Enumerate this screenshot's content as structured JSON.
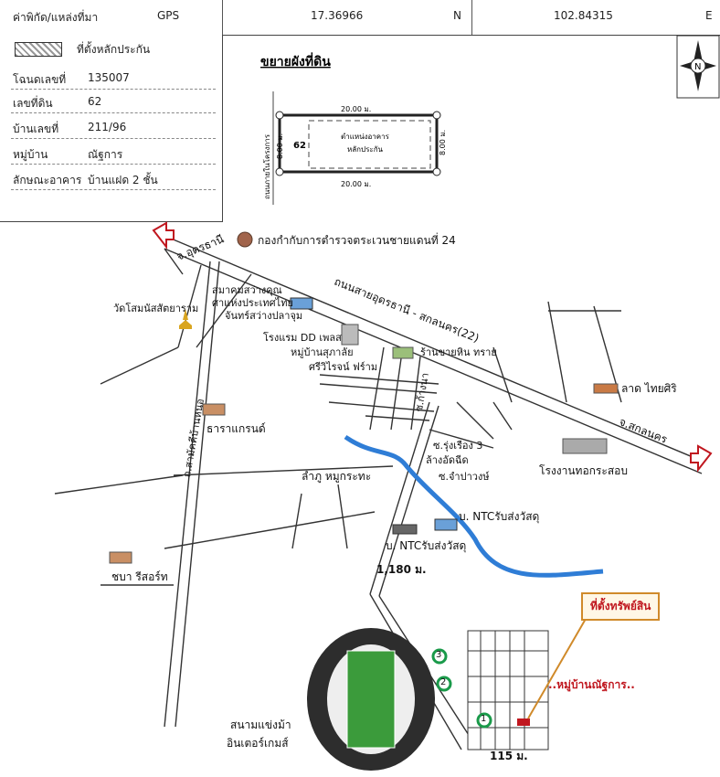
{
  "header": {
    "coord_label": "ค่าพิกัด/แหล่งที่มา",
    "source": "GPS",
    "lat": "17.36966",
    "lat_dir": "N",
    "lon": "102.84315",
    "lon_dir": "E"
  },
  "info": {
    "legend_label": "ที่ตั้งหลักประกัน",
    "rows": [
      {
        "label": "โฉนดเลขที่",
        "value": "135007"
      },
      {
        "label": "เลขที่ดิน",
        "value": "62"
      },
      {
        "label": "บ้านเลขที่",
        "value": "211/96"
      },
      {
        "label": "หมู่บ้าน",
        "value": "ณัฐการ"
      },
      {
        "label": "ลักษณะอาคาร",
        "value": "บ้านแฝด 2 ชั้น"
      }
    ]
  },
  "plot": {
    "title": "ขยายผังที่ดิน",
    "top_dim": "20.00 ม.",
    "bottom_dim": "20.00 ม.",
    "left_dim": "8.00 ม.",
    "right_dim": "8.00 ม.",
    "road": "ถนนภายในโครงการ",
    "lot": "62",
    "building_line1": "ตำแหน่งอาคาร",
    "building_line2": "หลักประกัน"
  },
  "compass": {
    "letter": "N"
  },
  "map": {
    "police": "กองกำกับการตำรวจตระเวนชายแดนที่ 24",
    "road_udon": "จ.อุดรธานี",
    "highway": "ถนนสายอุดรธานี - สกลนคร(22)",
    "road_sakon": "จ.สกลนคร",
    "temple": "วัดโสมนัสสัตยาราม",
    "assoc_line1": "สมาคมสว่างคุณ",
    "assoc_line2": "ศาแห่งประเทศไทย",
    "assoc_line3": "จันทร์สว่างปลาจุม",
    "hotel": "โรงแรม DD เพลส",
    "village1": "หมู่บ้านสุภาลัย",
    "village2": "ศรีวิไรจน์ ฟร์าม",
    "shop": "ร้านขายหิน ทราย",
    "market": "ลาด ไทยศิริ",
    "soi_kantang": "ซ.ก้างนา",
    "soi_rungruang": "ซ.รุ่งเรือง 3",
    "carwash": "ล้างอัดฉีด",
    "soi_champa": "ซ.จำปาวงษ์",
    "factory": "โรงงานทอกระสอบ",
    "tharagrand": "ธาราแกรนด์",
    "lamphu": "ลำภู หมูกระทะ",
    "ntc1": "บ. NTCรับส่งวัสดุ",
    "ntc2": "บ. NTCรับส่งวัสดุ",
    "chaba": "ชบา รีสอร์ท",
    "side_road": "ถ.สามัคคีบ้านหนอ",
    "distance": "1,180 ม.",
    "property": "ที่ตั้งทรัพย์สิน",
    "village_target": "..หมู่บ้านณัฐการ..",
    "stadium_line1": "สนามแข่งม้า",
    "stadium_line2": "อินเตอร์เกมส์",
    "distance2": "115 ม.",
    "markers": [
      "1",
      "2",
      "3"
    ]
  },
  "colors": {
    "river": "#2f7dd6",
    "accent": "#c0171f",
    "marker": "#1a9a4a"
  }
}
